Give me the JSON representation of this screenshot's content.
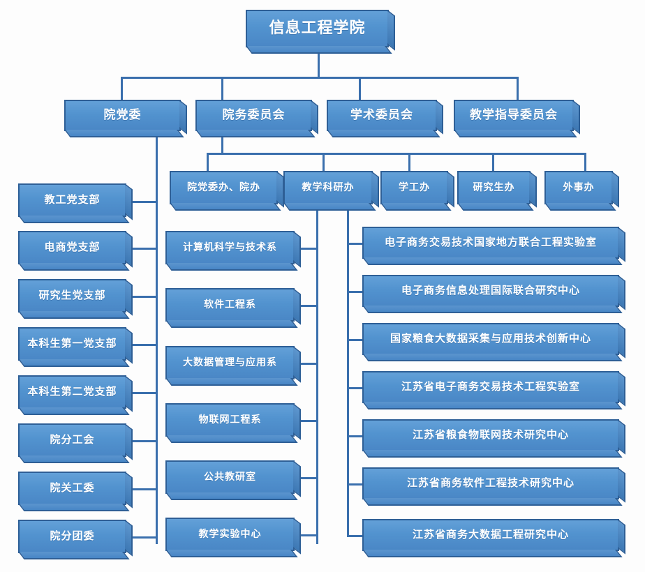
{
  "chart_title": "信息工程学院",
  "theme": {
    "box_fill": "#5293cf",
    "box_border": "#2e5f96",
    "connector": "#3a6fad",
    "text": "#ffffff",
    "background": "#fdfdfd"
  },
  "root": {
    "label": "信息工程学院"
  },
  "level2": [
    {
      "label": "院党委"
    },
    {
      "label": "院务委员会"
    },
    {
      "label": "学术委员会"
    },
    {
      "label": "教学指导委员会"
    }
  ],
  "level3": [
    {
      "label": "院党委办、院办"
    },
    {
      "label": "教学科研办"
    },
    {
      "label": "学工办"
    },
    {
      "label": "研究生办"
    },
    {
      "label": "外事办"
    }
  ],
  "party_branches": [
    {
      "label": "教工党支部"
    },
    {
      "label": "电商党支部"
    },
    {
      "label": "研究生党支部"
    },
    {
      "label": "本科生第一党支部"
    },
    {
      "label": "本科生第二党支部"
    },
    {
      "label": "院分工会"
    },
    {
      "label": "院关工委"
    },
    {
      "label": "院分团委"
    }
  ],
  "departments": [
    {
      "label": "计算机科学与技术系"
    },
    {
      "label": "软件工程系"
    },
    {
      "label": "大数据管理与应用系"
    },
    {
      "label": "物联网工程系"
    },
    {
      "label": "公共教研室"
    },
    {
      "label": "教学实验中心"
    }
  ],
  "research_centers": [
    {
      "label": "电子商务交易技术国家地方联合工程实验室"
    },
    {
      "label": "电子商务信息处理国际联合研究中心"
    },
    {
      "label": "国家粮食大数据采集与应用技术创新中心"
    },
    {
      "label": "江苏省电子商务交易技术工程实验室"
    },
    {
      "label": "江苏省粮食物联网技术研究中心"
    },
    {
      "label": "江苏省商务软件工程技术研究中心"
    },
    {
      "label": "江苏省商务大数据工程研究中心"
    }
  ]
}
